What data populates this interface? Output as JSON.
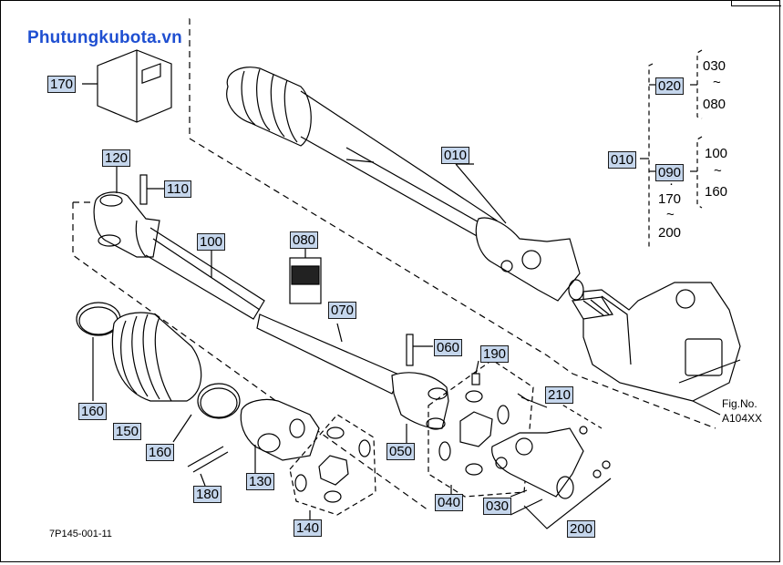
{
  "watermark": "Phutungkubota.vn",
  "figure_ref": {
    "label": "Fig.No.",
    "code": "A104XX"
  },
  "drawing_code": "7P145-001-11",
  "callouts": {
    "p170": "170",
    "p120": "120",
    "p110": "110",
    "p100": "100",
    "p080": "080",
    "p070": "070",
    "p060": "060",
    "p010": "010",
    "p190": "190",
    "p210": "210",
    "p160a": "160",
    "p150": "150",
    "p160b": "160",
    "p180": "180",
    "p130": "130",
    "p140": "140",
    "p050": "050",
    "p040": "040",
    "p030": "030",
    "p200": "200"
  },
  "legend": {
    "root": "010",
    "group1": "020",
    "group1_range_from": "030",
    "group1_tilde": "~",
    "group1_range_to": "080",
    "group2": "090",
    "group2_dot": "·",
    "group2_extra_from": "170",
    "group2_extra_tilde": "~",
    "group2_extra_to": "200",
    "group2_range_from": "100",
    "group2_tilde": "~",
    "group2_range_to": "160"
  }
}
